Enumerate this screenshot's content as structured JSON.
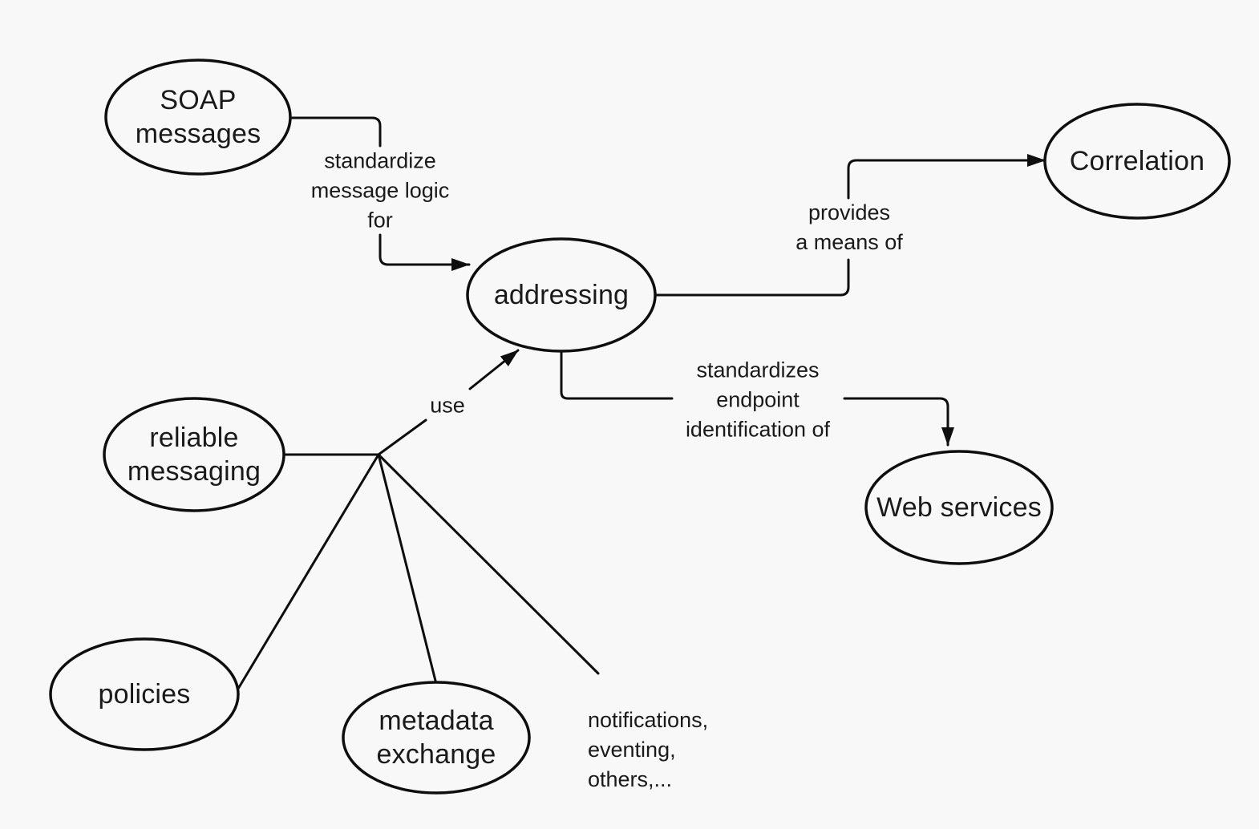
{
  "diagram": {
    "title": "web services addressing concept map",
    "colors": {
      "background": "#f8f8f8",
      "stroke": "#0e0e0e",
      "text": "#1a1a1a"
    },
    "nodes": {
      "soap": {
        "label": "SOAP\nmessages"
      },
      "addressing": {
        "label": "addressing"
      },
      "correlation": {
        "label": "Correlation"
      },
      "web_services": {
        "label": "Web services"
      },
      "reliable_messaging": {
        "label": "reliable\nmessaging"
      },
      "policies": {
        "label": "policies"
      },
      "metadata_exchange": {
        "label": "metadata\nexchange"
      }
    },
    "edges": {
      "standardize": {
        "from": "soap",
        "to": "addressing",
        "label": "standardize\nmessage logic\nfor"
      },
      "provides": {
        "from": "addressing",
        "to": "correlation",
        "label": "provides\na means of"
      },
      "standardizes": {
        "from": "addressing",
        "to": "web_services",
        "label": "standardizes\nendpoint\nidentification of"
      },
      "use": {
        "from": "reliable_messaging, policies, metadata_exchange, others",
        "to": "addressing",
        "label": "use"
      }
    },
    "annotations": {
      "others": {
        "label": "notifications,\neventing,\nothers,..."
      }
    }
  }
}
